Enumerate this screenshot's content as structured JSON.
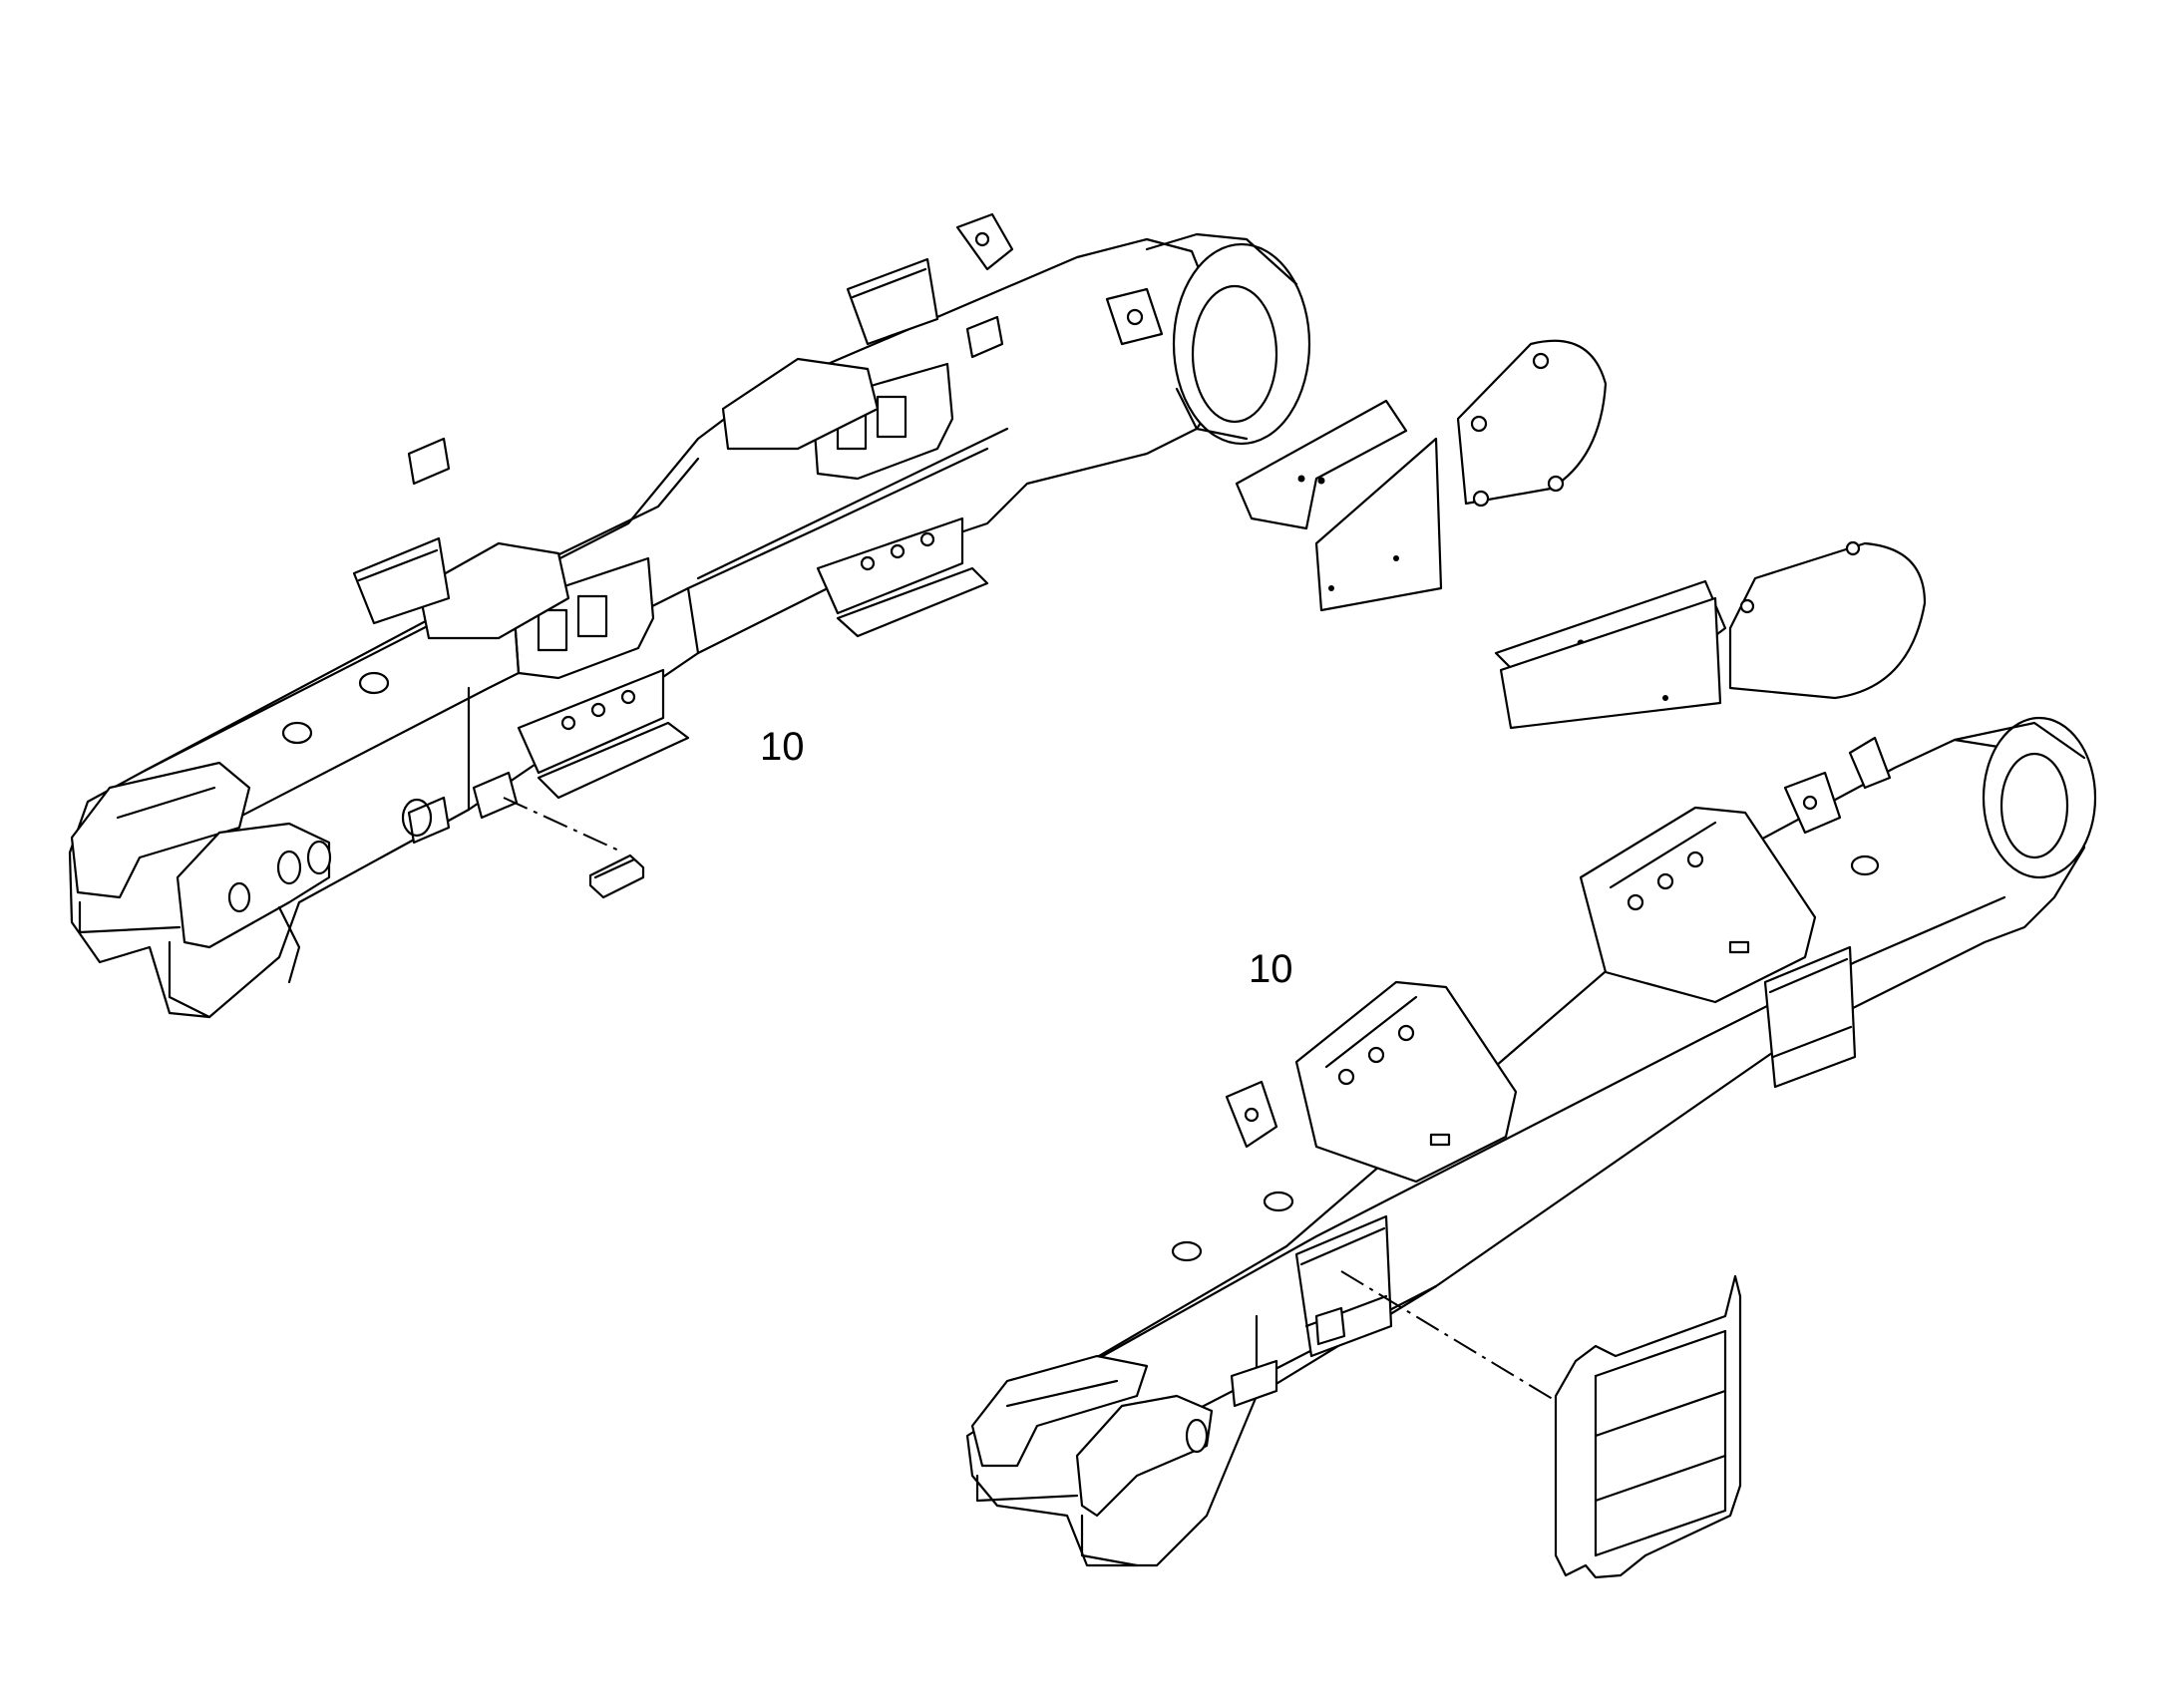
{
  "diagram": {
    "callouts": [
      {
        "id": "upper-frame",
        "label": "10"
      },
      {
        "id": "lower-frame",
        "label": "10"
      }
    ]
  }
}
